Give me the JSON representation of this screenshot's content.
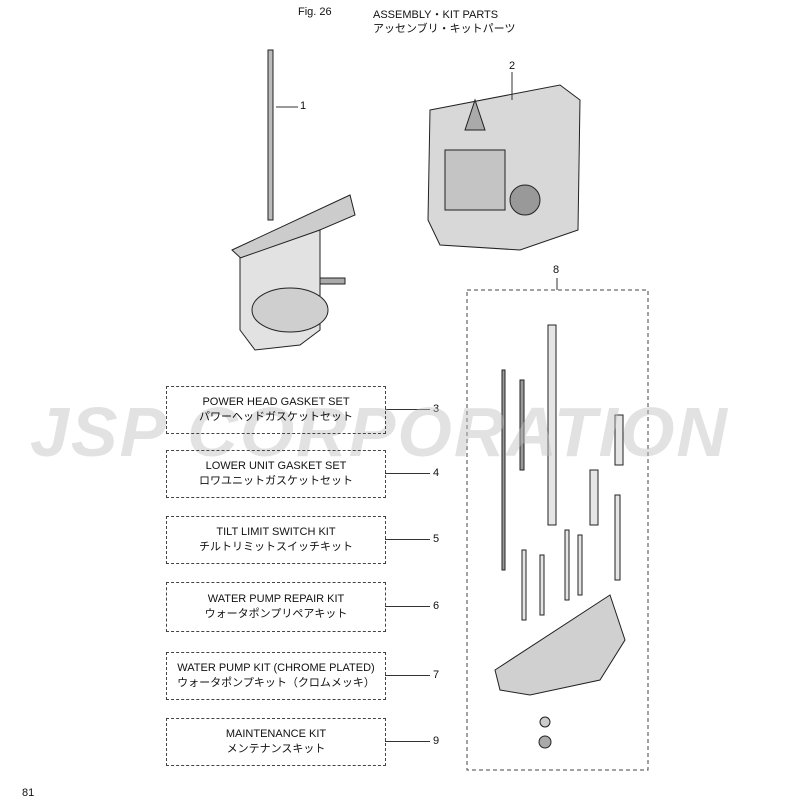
{
  "header": {
    "fig": "Fig. 26",
    "title_en": "ASSEMBLY・KIT PARTS",
    "title_jp": "アッセンブリ・キットパーツ"
  },
  "callouts": [
    "1",
    "2",
    "8"
  ],
  "kits": [
    {
      "num": "3",
      "en": "POWER HEAD GASKET SET",
      "jp": "パワーヘッドガスケットセット"
    },
    {
      "num": "4",
      "en": "LOWER UNIT GASKET SET",
      "jp": "ロワユニットガスケットセット"
    },
    {
      "num": "5",
      "en": "TILT LIMIT SWITCH KIT",
      "jp": "チルトリミットスイッチキット"
    },
    {
      "num": "6",
      "en": "WATER PUMP REPAIR KIT",
      "jp": "ウォータポンプリペアキット"
    },
    {
      "num": "7",
      "en": "WATER PUMP KIT (CHROME PLATED)",
      "jp": "ウォータポンプキット（クロムメッキ）"
    },
    {
      "num": "9",
      "en": "MAINTENANCE KIT",
      "jp": "メンテナンスキット"
    }
  ],
  "watermark": "JSP CORPORATION",
  "page_number": "81"
}
